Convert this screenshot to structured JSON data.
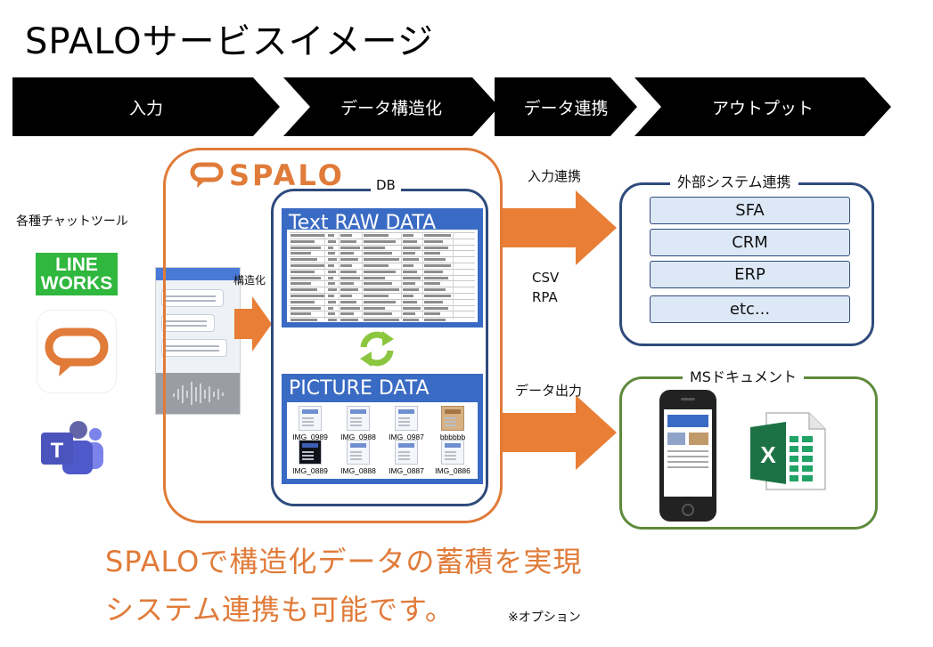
{
  "title": "SPALOサービスイメージ",
  "process": [
    "入力",
    "データ構造化",
    "データ連携",
    "アウトプット"
  ],
  "chat_tools_label": "各種チャットツール",
  "lineworks_logo": [
    "LINE",
    "WORKS"
  ],
  "spalo_logo": "SPALO",
  "db_label": "DB",
  "structuring_label": "構造化",
  "text_raw_title": "Text RAW DATA",
  "picture_title": "PICTURE DATA",
  "picture_items": [
    "IMG_0989",
    "IMG_0988",
    "IMG_0987",
    "bbbbbb",
    "IMG_0889",
    "IMG_0888",
    "IMG_0887",
    "IMG_0886"
  ],
  "input_link_label": "入力連携",
  "csv_label": "CSV",
  "rpa_label": "RPA",
  "data_output_label": "データ出力",
  "external_title": "外部システム連携",
  "systems": [
    "SFA",
    "CRM",
    "ERP",
    "etc..."
  ],
  "ms_title": "MSドキュメント",
  "message_line1": "SPALOで構造化データの蓄積を実現",
  "message_line2": "システム連携も可能です。",
  "option_note": "※オプション",
  "colors": {
    "accent": "#e07b39",
    "navy": "#2f4b7c",
    "panel_blue": "#3a6bc4",
    "green_border": "#5e8a3c",
    "lineworks_green": "#2fb73e",
    "cycle_green": "#8cc63f"
  }
}
